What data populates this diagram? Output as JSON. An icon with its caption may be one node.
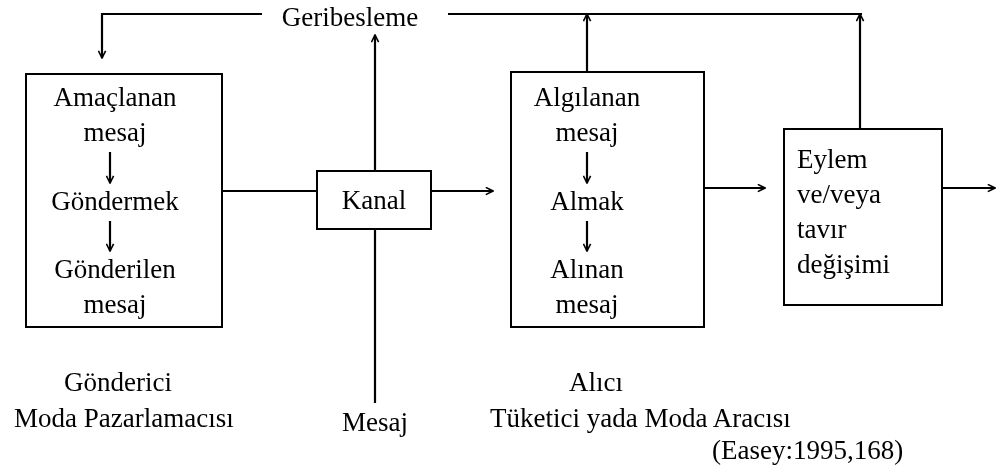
{
  "diagram": {
    "nodes": [
      {
        "text": [],
        "shape": "box",
        "beside": [
          "Gönderici",
          "Moda Pazarlamacısı"
        ]
      },
      {
        "text": [
          "Amaçlanan mesaj"
        ],
        "in": 0
      },
      {
        "text": [
          "Göndermek"
        ],
        "in": 0
      },
      {
        "text": [
          "Gönderilen mesaj"
        ],
        "in": 0
      },
      {
        "text": [
          "Kanal"
        ]
      },
      {
        "text": [],
        "shape": "box",
        "beside": [
          "Alıcı",
          "Tüketici yada Moda Aracısı"
        ]
      },
      {
        "text": [
          "Algılanan mesaj"
        ],
        "in": 5
      },
      {
        "text": [
          "Almak"
        ],
        "in": 5
      },
      {
        "text": [
          "Alınan mesaj"
        ],
        "in": 5
      },
      {
        "text": [
          "Eylem ve/veya tavır değişimi"
        ]
      },
      {
        "text": [
          "Geribesleme"
        ]
      },
      {
        "text": [
          "Mesaj"
        ]
      }
    ],
    "edges": [
      {
        "from": 1,
        "to": 2,
        "arrow": "to"
      },
      {
        "from": 2,
        "to": 3,
        "arrow": "to"
      },
      {
        "from": 0,
        "to": 4,
        "arrow": "none"
      },
      {
        "from": 4,
        "to": 5,
        "arrow": "to"
      },
      {
        "from": 6,
        "to": 7,
        "arrow": "to"
      },
      {
        "from": 7,
        "to": 8,
        "arrow": "to"
      },
      {
        "from": 5,
        "to": 9,
        "arrow": "to"
      },
      {
        "from": 9,
        "to": null,
        "arrow": "to"
      },
      {
        "from": 4,
        "to": 10,
        "arrow": "to"
      },
      {
        "from": 5,
        "to": null,
        "arrow": "to"
      },
      {
        "from": 9,
        "to": null,
        "arrow": "to"
      },
      {
        "from": 10,
        "to": 0,
        "arrow": "to"
      },
      {
        "from": 11,
        "to": 4,
        "arrow": "none"
      },
      {
        "from": 10,
        "to": null,
        "arrow": "none"
      }
    ],
    "labels": [
      "(Easey:1995,168)"
    ]
  }
}
